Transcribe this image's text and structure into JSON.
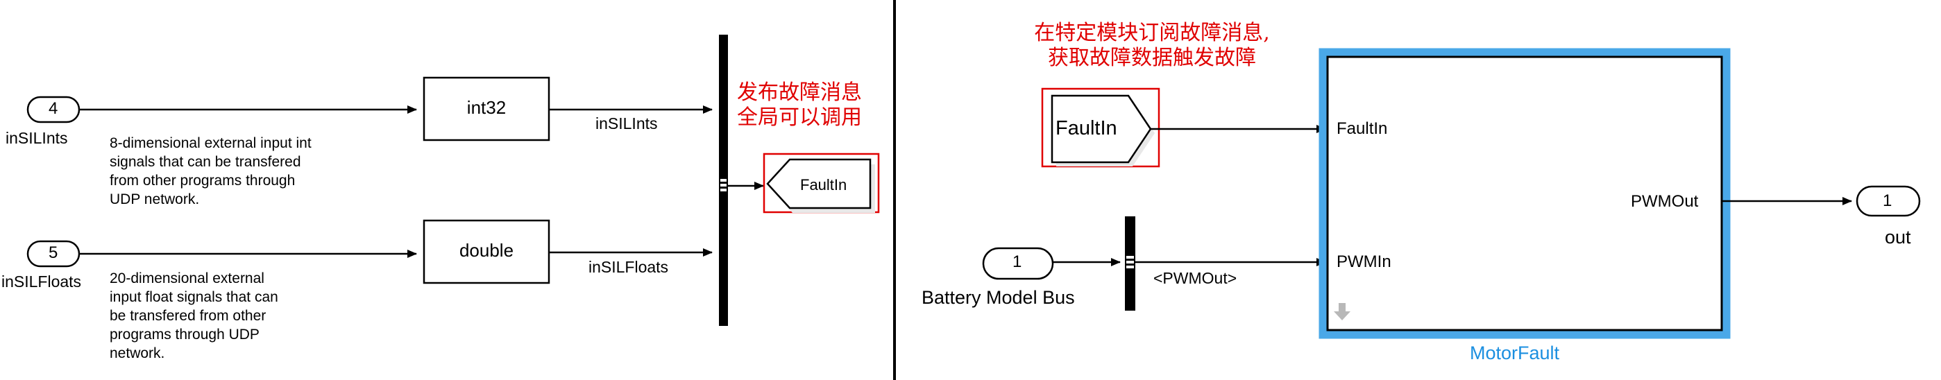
{
  "colors": {
    "annotation": "#e00000",
    "subsystem_border": "#000000",
    "subsystem_highlight": "#4aa8e8",
    "subsystem_name": "#1b8fe0",
    "wire": "#000000",
    "divider": "#000000"
  },
  "left": {
    "inport_ints": {
      "number": "4",
      "name": "inSILInts"
    },
    "inport_floats": {
      "number": "5",
      "name": "inSILFloats"
    },
    "convert_int": {
      "label": "int32"
    },
    "convert_double": {
      "label": "double"
    },
    "signal_ints": "inSILInts",
    "signal_floats": "inSILFloats",
    "desc_ints": [
      "8-dimensional external input int",
      "signals that can be transfered",
      "from other programs through",
      "UDP network."
    ],
    "desc_floats": [
      "20-dimensional external",
      "input float signals that can",
      "be transfered from other",
      "programs through UDP",
      "network."
    ],
    "goto": {
      "label": "FaultIn"
    },
    "annotation": [
      "发布故障消息",
      "全局可以调用"
    ]
  },
  "right": {
    "annotation": [
      "在特定模块订阅故障消息,",
      "获取故障数据触发故障"
    ],
    "from": {
      "label": "FaultIn"
    },
    "inport_bus": {
      "number": "1",
      "name": "Battery Model Bus"
    },
    "bus_signal": "<PWMOut>",
    "subsystem": {
      "name": "MotorFault",
      "in_ports": [
        "FaultIn",
        "PWMIn"
      ],
      "out_ports": [
        "PWMOut"
      ],
      "corner_icon": "down-arrow-icon"
    },
    "outport": {
      "number": "1",
      "name": "out"
    }
  }
}
